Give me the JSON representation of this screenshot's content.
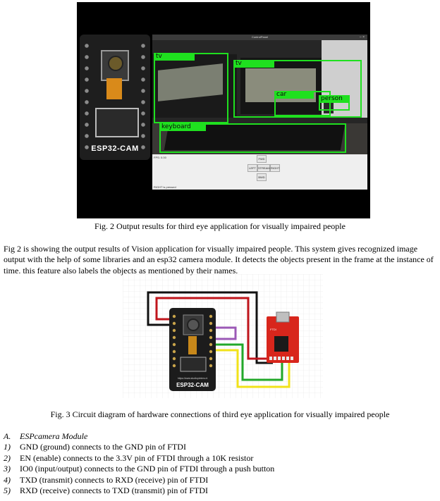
{
  "figure2": {
    "board_label": "ESP32-CAM",
    "app": {
      "window_title": "ControlPanel",
      "window_controls": "–  ×",
      "fps_text": "FPS: 0.00",
      "detections": [
        {
          "label": "tv"
        },
        {
          "label": "tv"
        },
        {
          "label": "car"
        },
        {
          "label": "person"
        },
        {
          "label": "keyboard"
        }
      ],
      "buttons": {
        "up": "FWD",
        "left": "LEFT",
        "stream": "STREAM",
        "right": "RIGHT",
        "down": "BWD"
      },
      "status": "RIGHT is pressed"
    },
    "caption": "Fig. 2 Output results for third eye application for visually impaired people"
  },
  "paragraph": "Fig 2 is showing the output results of Vision application for visually impaired people. This system gives recognized image output with the help of some libraries and an esp32 camera module. It detects the objects present in the frame at the instance of time. this feature also labels the objects as mentioned by their names.",
  "figure3": {
    "board_label": "ESP32-CAM",
    "board_url": "https://www.studiopieters.nl",
    "ftdi_label": "FTDI",
    "wire_colors": {
      "black": "#111111",
      "red": "#c0151c",
      "purple": "#9b59b6",
      "green": "#22a82a",
      "yellow": "#f1e21a"
    },
    "caption": "Fig. 3 Circuit diagram of hardware connections of third eye application for visually impaired people"
  },
  "section": {
    "marker": "A.",
    "title": "ESPcamera Module",
    "items": [
      {
        "num": "1)",
        "text": "GND (ground) connects to the GND pin of FTDI"
      },
      {
        "num": "2)",
        "text": "EN (enable) connects to the 3.3V pin of FTDI through a 10K resistor"
      },
      {
        "num": "3)",
        "text": "IO0 (input/output) connects to the GND pin of FTDI through a push button"
      },
      {
        "num": "4)",
        "text": "TXD (transmit) connects to RXD (receive) pin of FTDI"
      },
      {
        "num": "5)",
        "text": "RXD (receive) connects to TXD (transmit) pin of FTDI"
      }
    ]
  }
}
